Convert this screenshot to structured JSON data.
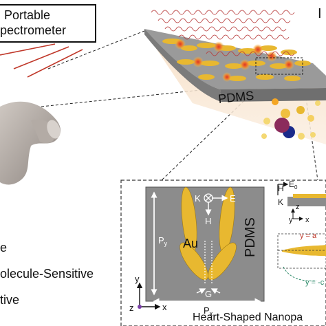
{
  "spectrometer": {
    "line1": "Portable",
    "line2": "pectrometer"
  },
  "pdms_label": "PDMS",
  "top_right_partial": "I",
  "left_list": [
    "e",
    "olecule-Sensitive",
    "tive"
  ],
  "inset": {
    "title": "Heart-Shaped Nanopa",
    "k_label": "K",
    "e_label": "E",
    "h_label": "H",
    "au_label": "Au",
    "pdms_label": "PDMS",
    "py_label": "P",
    "py_sub": "y",
    "px_label": "P",
    "px_sub": "x",
    "g_label": "G",
    "y_axis": "y",
    "x_axis": "x",
    "z_axis": "z",
    "side_h": "H",
    "side_e": "E",
    "side_e_sub": "0",
    "side_k": "K",
    "side_z": "z",
    "side_y": "y",
    "side_x": "x",
    "eq_top": "y = a",
    "eq_bottom": "y = -c"
  },
  "colors": {
    "gold": "#e8b830",
    "gray_square": "#8c8c8c",
    "pdms_surface": "#9a9a9a",
    "red_wave": "#c0392b",
    "inset_border": "#333333"
  }
}
